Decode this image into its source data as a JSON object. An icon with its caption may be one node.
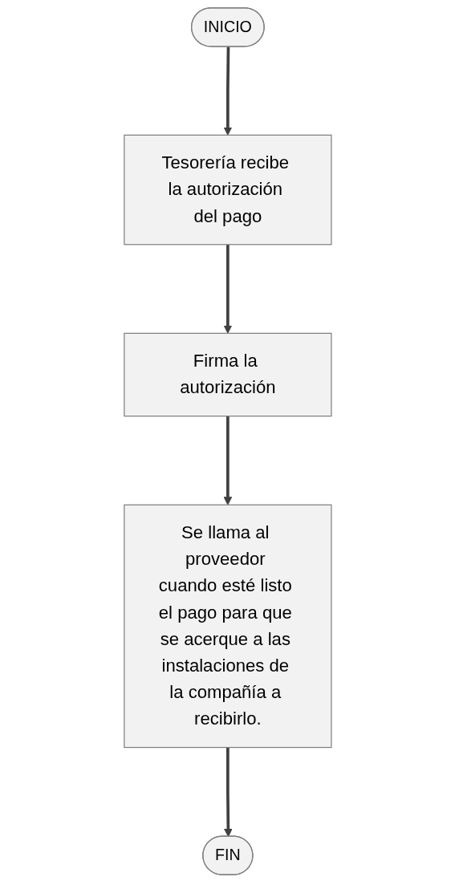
{
  "diagram": {
    "nodes": [
      {
        "text": [
          "INICIO"
        ]
      },
      {
        "text": [
          "Tesorería recibe la autorización del pago"
        ]
      },
      {
        "text": [
          "Firma la autorización"
        ]
      },
      {
        "text": [
          "Se llama al proveedor cuando esté listo el pago para que se acerque a las instalaciones de la compañía a recibirlo."
        ]
      },
      {
        "text": [
          "FIN"
        ]
      }
    ],
    "edges": [
      {
        "from": 0,
        "to": 1,
        "arrow": "to"
      },
      {
        "from": 1,
        "to": 2,
        "arrow": "to"
      },
      {
        "from": 2,
        "to": 3,
        "arrow": "to"
      },
      {
        "from": 3,
        "to": 4,
        "arrow": "to"
      }
    ]
  }
}
